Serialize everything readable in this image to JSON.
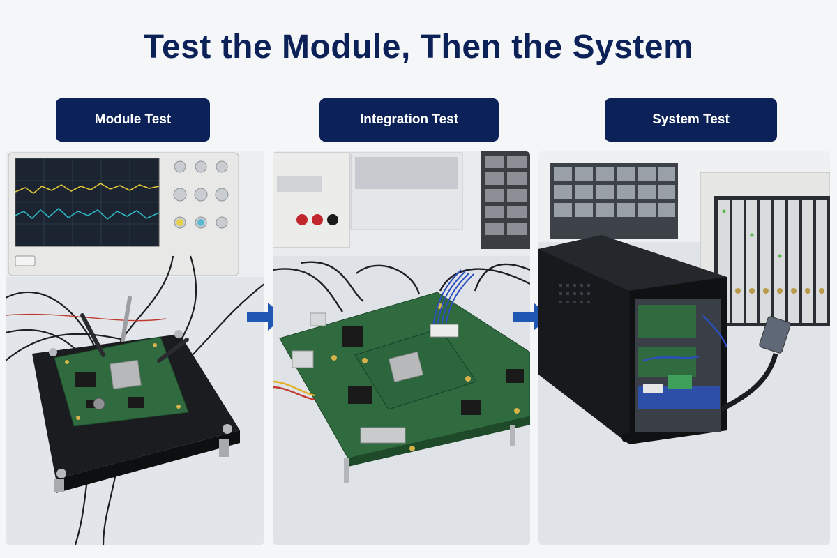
{
  "title": "Test the Module, Then the System",
  "colors": {
    "navy": "#0c2157",
    "arrow": "#1f57b3",
    "bench": "#dcdfe3",
    "pcb": "#2f6b3f"
  },
  "stages": [
    {
      "label": "Module Test"
    },
    {
      "label": "Integration Test"
    },
    {
      "label": "System Test"
    }
  ],
  "icons": [
    "arrow-right-icon"
  ]
}
